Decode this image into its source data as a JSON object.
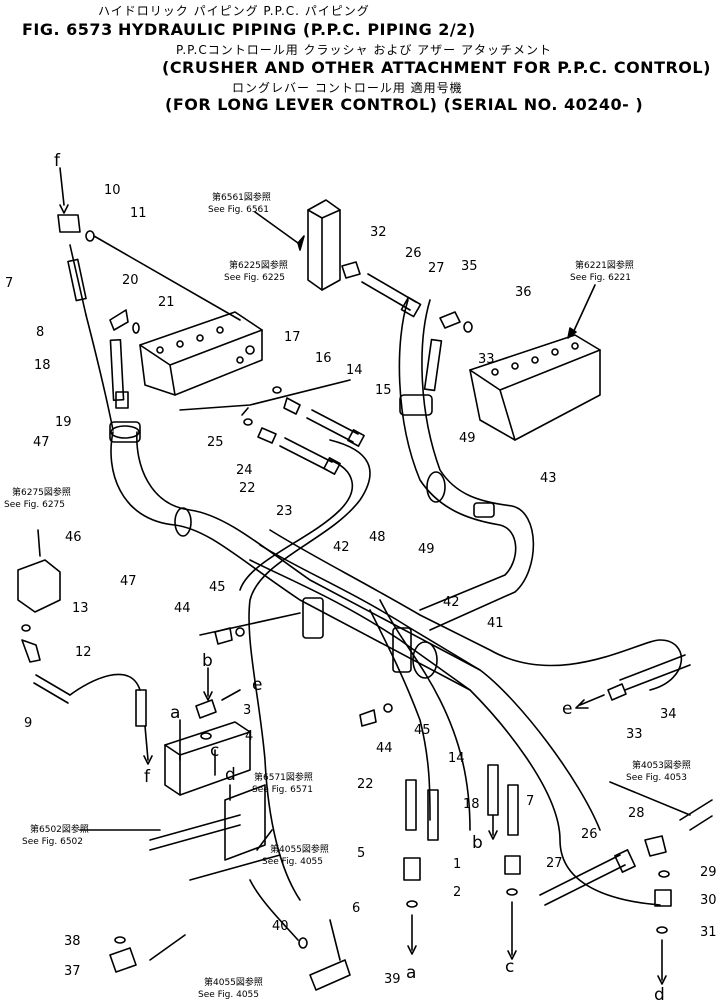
{
  "header": {
    "jp_title": "ハイドロリック パイピング P.P.C. パイピング",
    "fig_number": "FIG. 6573",
    "title": "HYDRAULIC PIPING (P.P.C. PIPING 2/2)",
    "jp_subtitle1": "P.P.Cコントロール用 クラッシャ および アザー アタッチメント",
    "subtitle1": "(CRUSHER AND OTHER ATTACHMENT FOR P.P.C. CONTROL)",
    "jp_subtitle2": "ロングレバー コントロール用 適用号機",
    "subtitle2": "(FOR LONG LEVER CONTROL) (SERIAL NO. 40240- )"
  },
  "references": [
    {
      "jp": "第6561図参照",
      "en": "See Fig. 6561"
    },
    {
      "jp": "第6225図参照",
      "en": "See Fig. 6225"
    },
    {
      "jp": "第6221図参照",
      "en": "See Fig. 6221"
    },
    {
      "jp": "第6275図参照",
      "en": "See Fig. 6275"
    },
    {
      "jp": "第6571図参照",
      "en": "See Fig. 6571"
    },
    {
      "jp": "第6502図参照",
      "en": "See Fig. 6502"
    },
    {
      "jp": "第4055図参照",
      "en": "See Fig. 4055"
    },
    {
      "jp": "第4055図参照",
      "en": "See Fig. 4055"
    },
    {
      "jp": "第4053図参照",
      "en": "See Fig. 4053"
    }
  ],
  "part_numbers": [
    "10",
    "11",
    "7",
    "8",
    "20",
    "21",
    "18",
    "19",
    "47",
    "46",
    "47",
    "9",
    "12",
    "13",
    "32",
    "26",
    "27",
    "35",
    "36",
    "33",
    "17",
    "16",
    "14",
    "15",
    "25",
    "24",
    "22",
    "23",
    "49",
    "49",
    "43",
    "48",
    "42",
    "42",
    "41",
    "45",
    "44",
    "45",
    "44",
    "3",
    "4",
    "14",
    "22",
    "18",
    "7",
    "5",
    "6",
    "1",
    "2",
    "26",
    "27",
    "28",
    "29",
    "30",
    "31",
    "34",
    "33",
    "37",
    "38",
    "40",
    "39"
  ],
  "flow_letters": [
    "f",
    "f",
    "b",
    "e",
    "a",
    "c",
    "d",
    "b",
    "a",
    "c",
    "e",
    "d"
  ]
}
